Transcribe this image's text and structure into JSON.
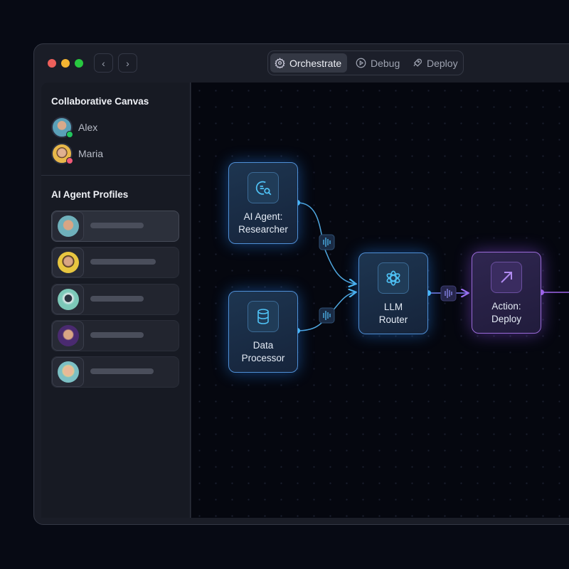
{
  "window": {
    "controls": [
      "close",
      "minimize",
      "maximize"
    ],
    "nav": {
      "back": "‹",
      "forward": "›"
    }
  },
  "tabs": [
    {
      "label": "Orchestrate",
      "icon": "gear-icon",
      "active": true
    },
    {
      "label": "Debug",
      "icon": "play-circle-icon"
    },
    {
      "label": "Deploy",
      "icon": "rocket-icon"
    }
  ],
  "sidebar": {
    "collab_title": "Collaborative Canvas",
    "users": [
      {
        "name": "Alex",
        "status_color": "#22c55e"
      },
      {
        "name": "Maria",
        "status_color": "#f05a78"
      }
    ],
    "profiles_title": "AI Agent Profiles",
    "profiles": [
      {
        "selected": true
      },
      {},
      {
        "avatar": "robot"
      },
      {},
      {}
    ]
  },
  "canvas": {
    "nodes": [
      {
        "id": "researcher",
        "line1": "AI Agent:",
        "line2": "Researcher",
        "icon": "search-chat-icon"
      },
      {
        "id": "processor",
        "line1": "Data",
        "line2": "Processor",
        "icon": "database-icon"
      },
      {
        "id": "router",
        "line1": "LLM",
        "line2": "Router",
        "icon": "openai-icon"
      },
      {
        "id": "deploy",
        "line1": "Action:",
        "line2": "Deploy",
        "icon": "arrow-up-right-icon"
      }
    ],
    "colors": {
      "blue": "#4fb8f0",
      "purple": "#a066e8"
    }
  }
}
